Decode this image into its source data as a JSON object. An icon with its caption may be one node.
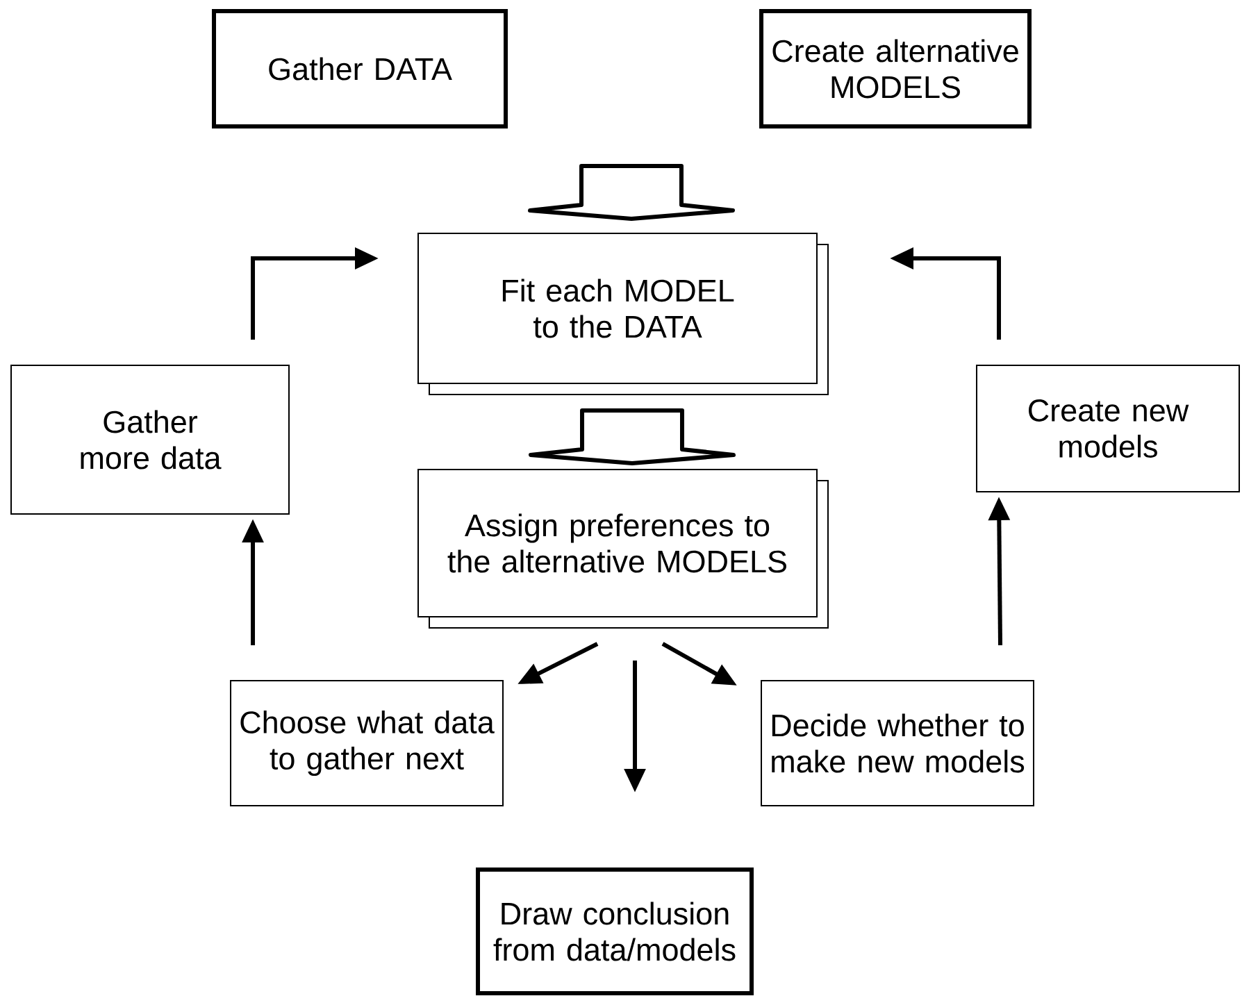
{
  "diagram": {
    "nodes": [
      {
        "text": [
          "Gather DATA"
        ]
      },
      {
        "text": [
          "Create alternative MODELS"
        ]
      },
      {
        "text": [
          "Fit each MODEL to the DATA"
        ]
      },
      {
        "text": [
          "Assign preferences to the alternative MODELS"
        ]
      },
      {
        "text": [
          "Gather more data"
        ]
      },
      {
        "text": [
          "Create new models"
        ]
      },
      {
        "text": [
          "Choose what data to gather next"
        ]
      },
      {
        "text": [
          "Decide whether to make new models"
        ]
      },
      {
        "text": [
          "Draw conclusion from data/models"
        ]
      }
    ],
    "edges": [
      {
        "from": null,
        "to": 2,
        "arrow": "to"
      },
      {
        "from": 2,
        "to": 3,
        "arrow": "to"
      },
      {
        "from": 3,
        "to": 6,
        "arrow": "to"
      },
      {
        "from": 3,
        "to": 8,
        "arrow": "to"
      },
      {
        "from": 3,
        "to": 7,
        "arrow": "to"
      },
      {
        "from": 6,
        "to": 4,
        "arrow": "to"
      },
      {
        "from": 4,
        "to": 2,
        "arrow": "to"
      },
      {
        "from": 7,
        "to": 5,
        "arrow": "to"
      },
      {
        "from": 5,
        "to": 2,
        "arrow": "to"
      }
    ]
  }
}
